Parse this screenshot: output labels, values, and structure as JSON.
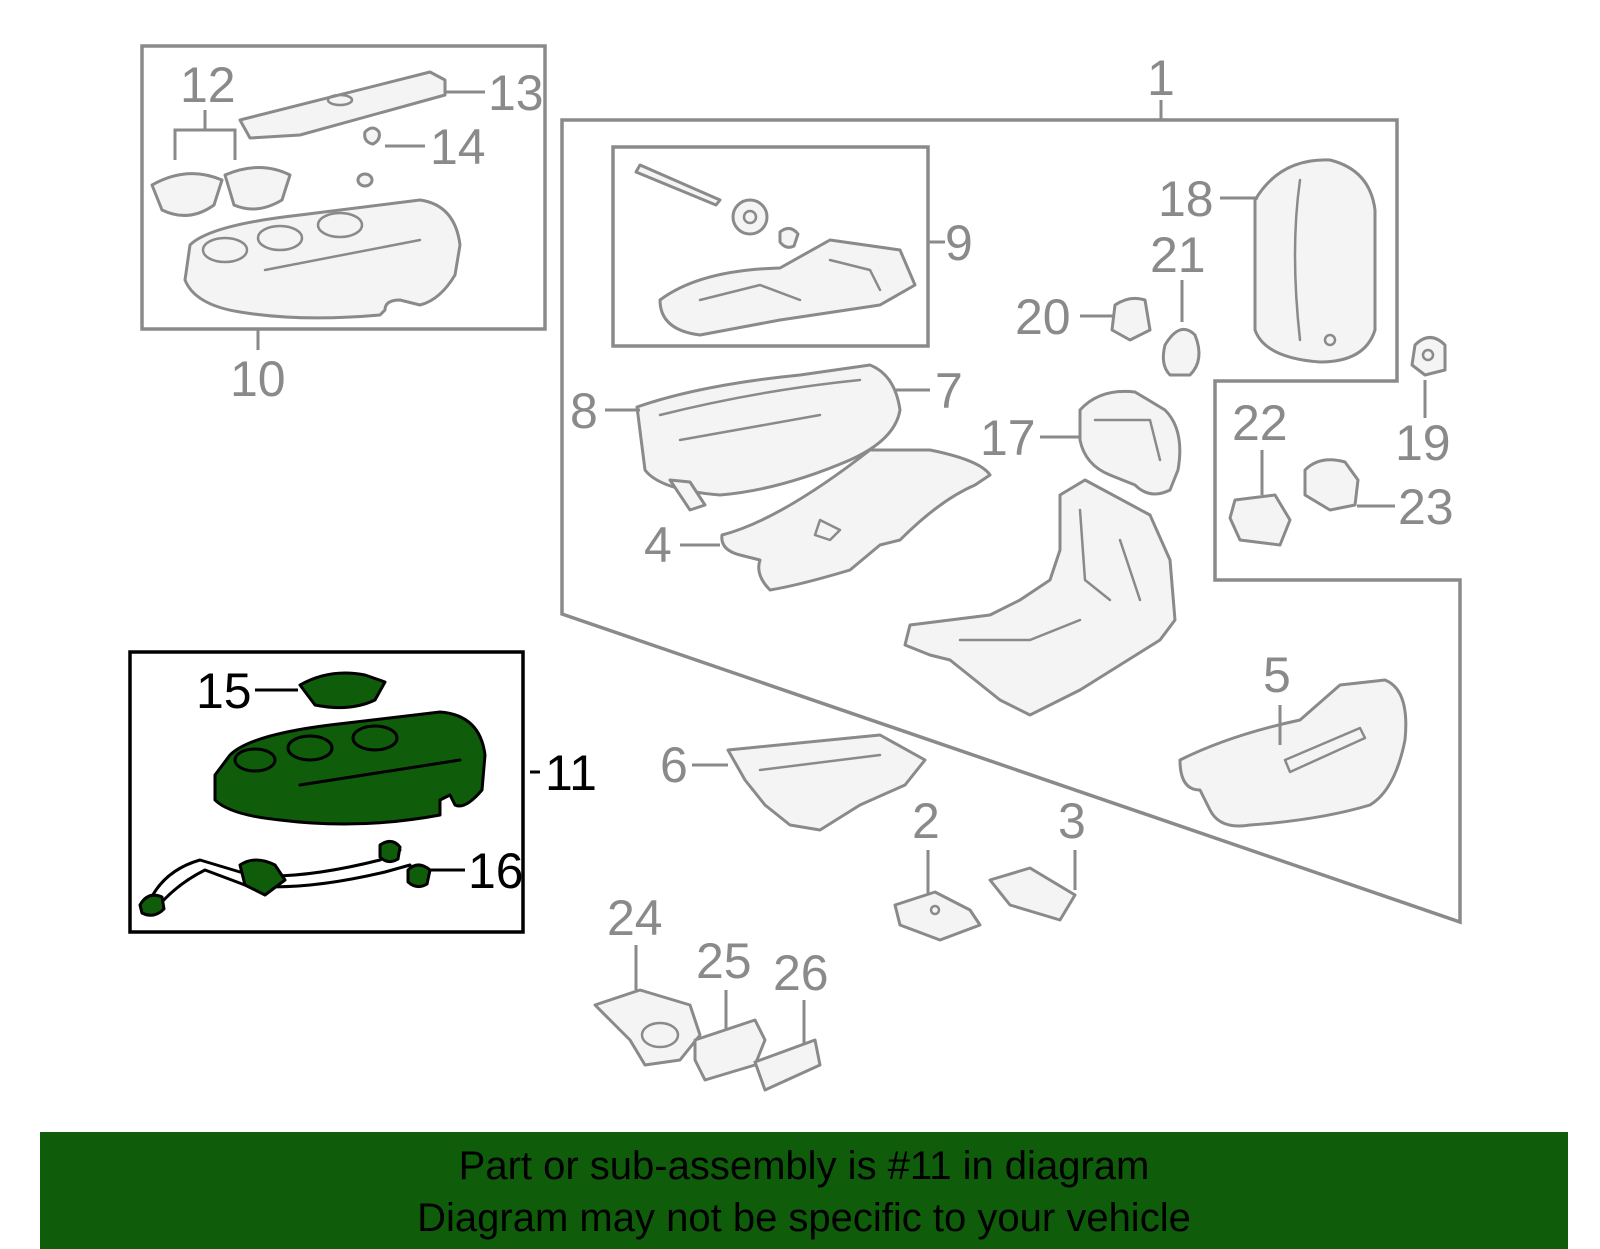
{
  "diagram": {
    "highlight_color": "#0f5c0a",
    "highlighted_part": "11",
    "callouts": [
      {
        "id": "c1",
        "label": "1"
      },
      {
        "id": "c2",
        "label": "2"
      },
      {
        "id": "c3",
        "label": "3"
      },
      {
        "id": "c4",
        "label": "4"
      },
      {
        "id": "c5",
        "label": "5"
      },
      {
        "id": "c6",
        "label": "6"
      },
      {
        "id": "c7",
        "label": "7"
      },
      {
        "id": "c8",
        "label": "8"
      },
      {
        "id": "c9",
        "label": "9"
      },
      {
        "id": "c10",
        "label": "10"
      },
      {
        "id": "c11",
        "label": "11"
      },
      {
        "id": "c12",
        "label": "12"
      },
      {
        "id": "c13",
        "label": "13"
      },
      {
        "id": "c14",
        "label": "14"
      },
      {
        "id": "c15",
        "label": "15"
      },
      {
        "id": "c16",
        "label": "16"
      },
      {
        "id": "c17",
        "label": "17"
      },
      {
        "id": "c18",
        "label": "18"
      },
      {
        "id": "c19",
        "label": "19"
      },
      {
        "id": "c20",
        "label": "20"
      },
      {
        "id": "c21",
        "label": "21"
      },
      {
        "id": "c22",
        "label": "22"
      },
      {
        "id": "c23",
        "label": "23"
      },
      {
        "id": "c24",
        "label": "24"
      },
      {
        "id": "c25",
        "label": "25"
      },
      {
        "id": "c26",
        "label": "26"
      }
    ]
  },
  "banner": {
    "line1": "Part or sub-assembly is #11 in diagram",
    "line2": "Diagram may not be specific to your vehicle"
  }
}
